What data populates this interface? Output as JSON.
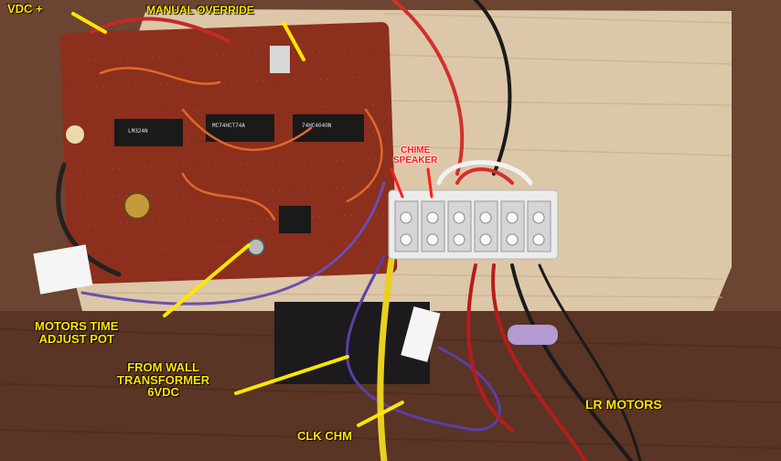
{
  "labels": {
    "vdc_plus": "VDC +",
    "manual_override": "MANUAL OVERRIDE",
    "chime_speaker_line1": "CHIME",
    "chime_speaker_line2": "SPEAKER",
    "motors_time_line1": "MOTORS TIME",
    "motors_time_line2": "ADJUST POT",
    "from_wall_line1": "FROM WALL",
    "from_wall_line2": "TRANSFORMER",
    "from_wall_line3": "6VDC",
    "clk_chm": "CLK CHM",
    "lr_motors": "LR MOTORS"
  },
  "chips": {
    "lm324": "LM324N",
    "hct": "MC74HCT74A",
    "hc4040": "74HC4040N"
  },
  "colors": {
    "label_yellow": "#ffe600",
    "chime_red": "#ff1a1a",
    "board": "#8c2f1c",
    "wood": "#dcc7a8"
  }
}
